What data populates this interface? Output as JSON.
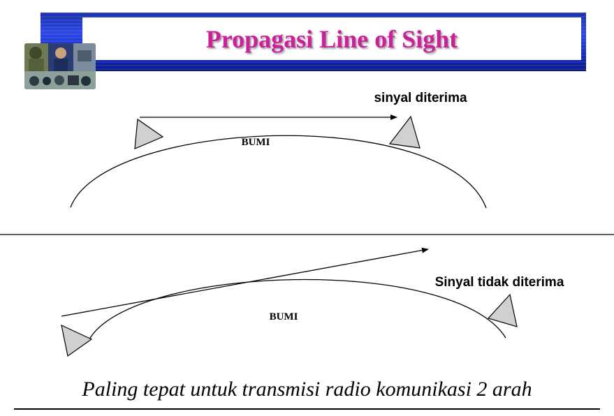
{
  "slide": {
    "title": "Propagasi Line of Sight",
    "caption": "Paling tepat untuk transmisi radio komunikasi 2 arah"
  },
  "top_diagram": {
    "earth_label": "BUMI",
    "signal_label": "sinyal diterima"
  },
  "bottom_diagram": {
    "earth_label": "BUMI",
    "signal_label": "Sinyal tidak diterima"
  },
  "colors": {
    "title_text": "#cc1f9a",
    "banner_blue": "#1a2fa8",
    "antenna_fill": "#d0d0d0",
    "line": "#000000"
  },
  "icons": {
    "photo": "military-communications-photo",
    "antenna": "antenna-triangle-icon",
    "signal": "signal-arrow"
  }
}
